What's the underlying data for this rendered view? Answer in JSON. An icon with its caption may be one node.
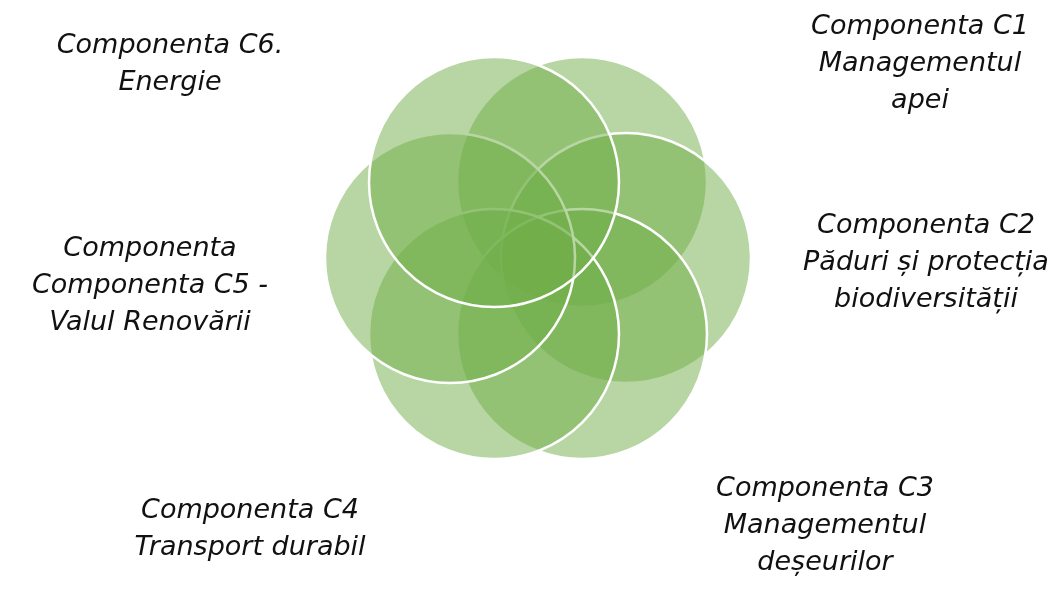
{
  "diagram": {
    "nodes": [
      {
        "text": [],
        "shape": "circle",
        "beside": [
          "Componenta C1 Managementul apei"
        ]
      },
      {
        "text": [],
        "shape": "circle",
        "beside": [
          "Componenta C2 Păduri și protecția biodiversității"
        ]
      },
      {
        "text": [],
        "shape": "circle",
        "beside": [
          "Componenta C3 Managementul deșeurilor"
        ]
      },
      {
        "text": [],
        "shape": "circle",
        "beside": [
          "Componenta C4 Transport durabil"
        ]
      },
      {
        "text": [],
        "shape": "circle",
        "beside": [
          "Componenta Componenta C5 - Valul Renovării"
        ]
      },
      {
        "text": [],
        "shape": "circle",
        "beside": [
          "Componenta C6. Energie"
        ]
      }
    ]
  }
}
